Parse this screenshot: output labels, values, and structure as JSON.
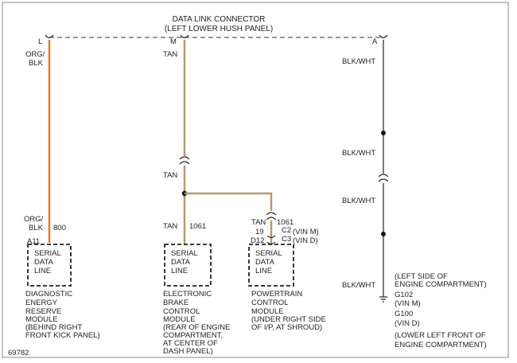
{
  "connector": {
    "title_line1": "DATA LINK CONNECTOR",
    "title_line2": "(LEFT LOWER HUSH PANEL)",
    "pins": {
      "left": "L",
      "middle": "M",
      "right": "A"
    }
  },
  "wires": {
    "org_blk_top_1": "ORG/",
    "org_blk_top_2": "BLK",
    "tan_top": "TAN",
    "blk_wht_top": "BLK/WHT",
    "tan_mid": "TAN",
    "blk_wht_mid1": "BLK/WHT",
    "blk_wht_mid2": "BLK/WHT",
    "org_blk_bot_1": "ORG/",
    "org_blk_bot_2": "BLK",
    "circuit_800": "800",
    "tan_bot": "TAN",
    "circuit_1061_a": "1061",
    "tan_pcm": "TAN",
    "circuit_1061_b": "1061",
    "pin_19": "19",
    "pin_c2": "C2",
    "vin_m": "(VIN M)",
    "pin_c3": "C3",
    "vin_d": "(VIN D)",
    "blk_wht_bot": "BLK/WHT"
  },
  "modules": [
    {
      "pin": "A11",
      "box": [
        "SERIAL",
        "DATA",
        "LINE"
      ],
      "desc": [
        "DIAGNOSTIC",
        "ENERGY",
        "RESERVE",
        "MODULE",
        "(BEHIND RIGHT",
        "FRONT KICK PANEL)"
      ]
    },
    {
      "pin": "",
      "box": [
        "SERIAL",
        "DATA",
        "LINE"
      ],
      "desc": [
        "ELECTRONIC",
        "BRAKE",
        "CONTROL",
        "MODULE",
        "(REAR OF ENGINE",
        "COMPARTMENT,",
        "AT CENTER OF",
        "DASH PANEL)"
      ]
    },
    {
      "pin": "D12",
      "box": [
        "SERIAL",
        "DATA",
        "LINE"
      ],
      "desc": [
        "POWERTRAIN",
        "CONTROL",
        "MODULE",
        "(UNDER RIGHT SIDE",
        "OF I/P, AT SHROUD)"
      ]
    }
  ],
  "ground": {
    "lines": [
      "(LEFT SIDE OF",
      "ENGINE COMPARTMENT)",
      "G102",
      "(VIN M)",
      "G100",
      "(VIN D)",
      "(LOWER LEFT FRONT OF",
      "ENGINE COMPARTMENT)"
    ]
  },
  "figure_id": "69782",
  "colors": {
    "tan": "#b89a6a",
    "orange": "#e07a2a",
    "black": "#222222"
  }
}
